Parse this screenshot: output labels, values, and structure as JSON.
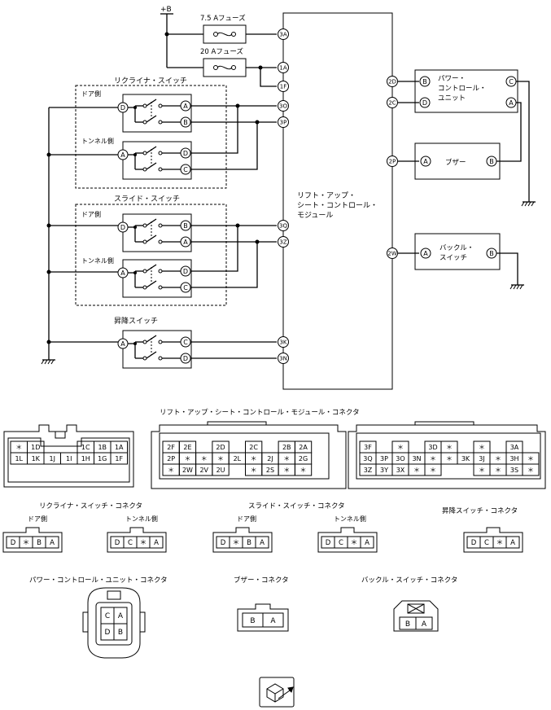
{
  "labels": {
    "power_b": "+B",
    "fuse_75": "7.5 Aフューズ",
    "fuse_20": "20 Aフューズ",
    "recliner_switch": "リクライナ・スイッチ",
    "slide_switch": "スライド・スイッチ",
    "lift_switch": "昇降スイッチ",
    "door_side": "ドア側",
    "tunnel_side": "トンネル側",
    "module_l1": "リフト・アップ・",
    "module_l2": "シート・コントロール・",
    "module_l3": "モジュール",
    "pcu_l1": "パワー・",
    "pcu_l2": "コントロール・",
    "pcu_l3": "ユニット",
    "buzzer": "ブザー",
    "buckle_l1": "バックル・",
    "buckle_l2": "スイッチ"
  },
  "pins": {
    "module": [
      "3A",
      "1A",
      "1F",
      "3O",
      "3P",
      "3Q",
      "3Z",
      "3K",
      "3N",
      "2D",
      "2C",
      "2P",
      "2W"
    ],
    "sw": [
      "A",
      "B",
      "C",
      "D"
    ]
  },
  "connectors": {
    "module_title": "リフト・アップ・シート・コントロール・モジュール・コネクタ",
    "c1_row1": [
      "＊",
      "1D",
      "",
      "",
      "1C",
      "1B",
      "1A"
    ],
    "c1_row2": [
      "1L",
      "1K",
      "1J",
      "1I",
      "1H",
      "1G",
      "1F"
    ],
    "c2_row1": [
      "2F",
      "2E",
      "",
      "2D",
      "",
      "2C",
      "",
      "2B",
      "2A"
    ],
    "c2_row2": [
      "2P",
      "＊",
      "＊",
      "＊",
      "2L",
      "＊",
      "2J",
      "＊",
      "2G"
    ],
    "c2_row3": [
      "＊",
      "2W",
      "2V",
      "2U",
      "",
      "＊",
      "2S",
      "＊",
      "＊"
    ],
    "c3_row1": [
      "3F",
      "",
      "＊",
      "",
      "3D",
      "＊",
      "",
      "＊",
      "",
      "3A"
    ],
    "c3_row2": [
      "3Q",
      "3P",
      "3O",
      "3N",
      "＊",
      "＊",
      "3K",
      "3J",
      "＊",
      "3H",
      "＊"
    ],
    "c3_row3": [
      "3Z",
      "3Y",
      "3X",
      "＊",
      "＊",
      "",
      "",
      "＊",
      "＊",
      "3S",
      "＊"
    ],
    "recliner_title": "リクライナ・スイッチ・コネクタ",
    "slide_title": "スライド・スイッチ・コネクタ",
    "lift_title": "昇降スイッチ・コネクタ",
    "door_label": "ドア側",
    "tunnel_label": "トンネル側",
    "door_pins": [
      "D",
      "＊",
      "B",
      "A"
    ],
    "tunnel_pins": [
      "D",
      "C",
      "＊",
      "A"
    ],
    "lift_pins": [
      "D",
      "C",
      "＊",
      "A"
    ],
    "pcu_title": "パワー・コントロール・ユニット・コネクタ",
    "pcu_pins": [
      "C",
      "A",
      "D",
      "B"
    ],
    "buzzer_title": "ブザー・コネクタ",
    "buzzer_pins": [
      "B",
      "A"
    ],
    "buckle_title": "バックル・スイッチ・コネクタ",
    "buckle_pins": [
      "B",
      "A"
    ]
  }
}
